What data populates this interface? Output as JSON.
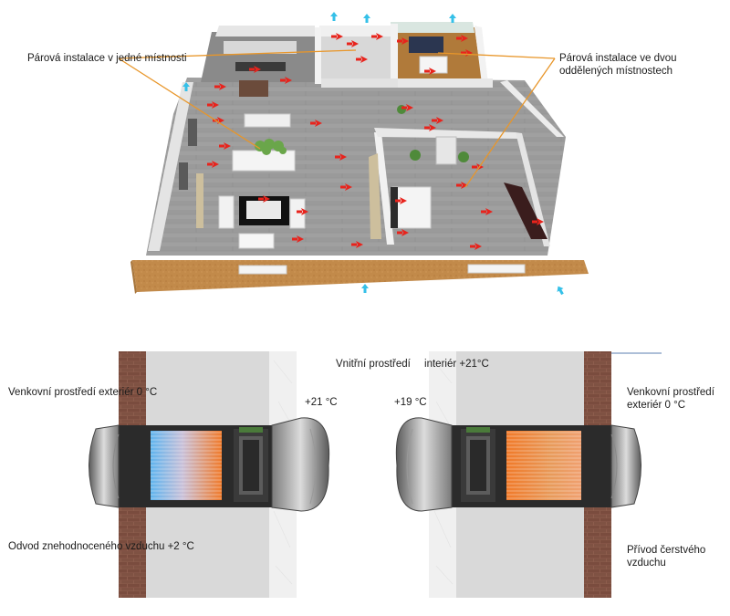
{
  "top_labels": {
    "single_room": [
      "Párová instalace",
      "v jedné místnosti"
    ],
    "two_rooms": [
      "Párová instalace",
      "ve dvou oddělených místnostech"
    ]
  },
  "bottom_labels": {
    "indoor": [
      "Vnitřní prostředí",
      "interiér +21°C"
    ],
    "outdoor_left": [
      "Venkovní prostředí",
      "exteriér 0 °C"
    ],
    "outdoor_right": [
      "Venkovní prostředí",
      "exteriér 0 °C"
    ],
    "temp_left": "+21 °C",
    "temp_right": "+19 °C",
    "exhaust": [
      "Odvod",
      "znehodnoceného",
      "vzduchu +2 °C"
    ],
    "supply": [
      "Přívod čerstvého",
      "vzduchu"
    ]
  },
  "colors": {
    "leader_line": "#e8962a",
    "airflow_in": "#e8231c",
    "airflow_out": "#35c0e8",
    "wall_brick": "#8a5a4a",
    "floor": "#9a9a9a"
  }
}
